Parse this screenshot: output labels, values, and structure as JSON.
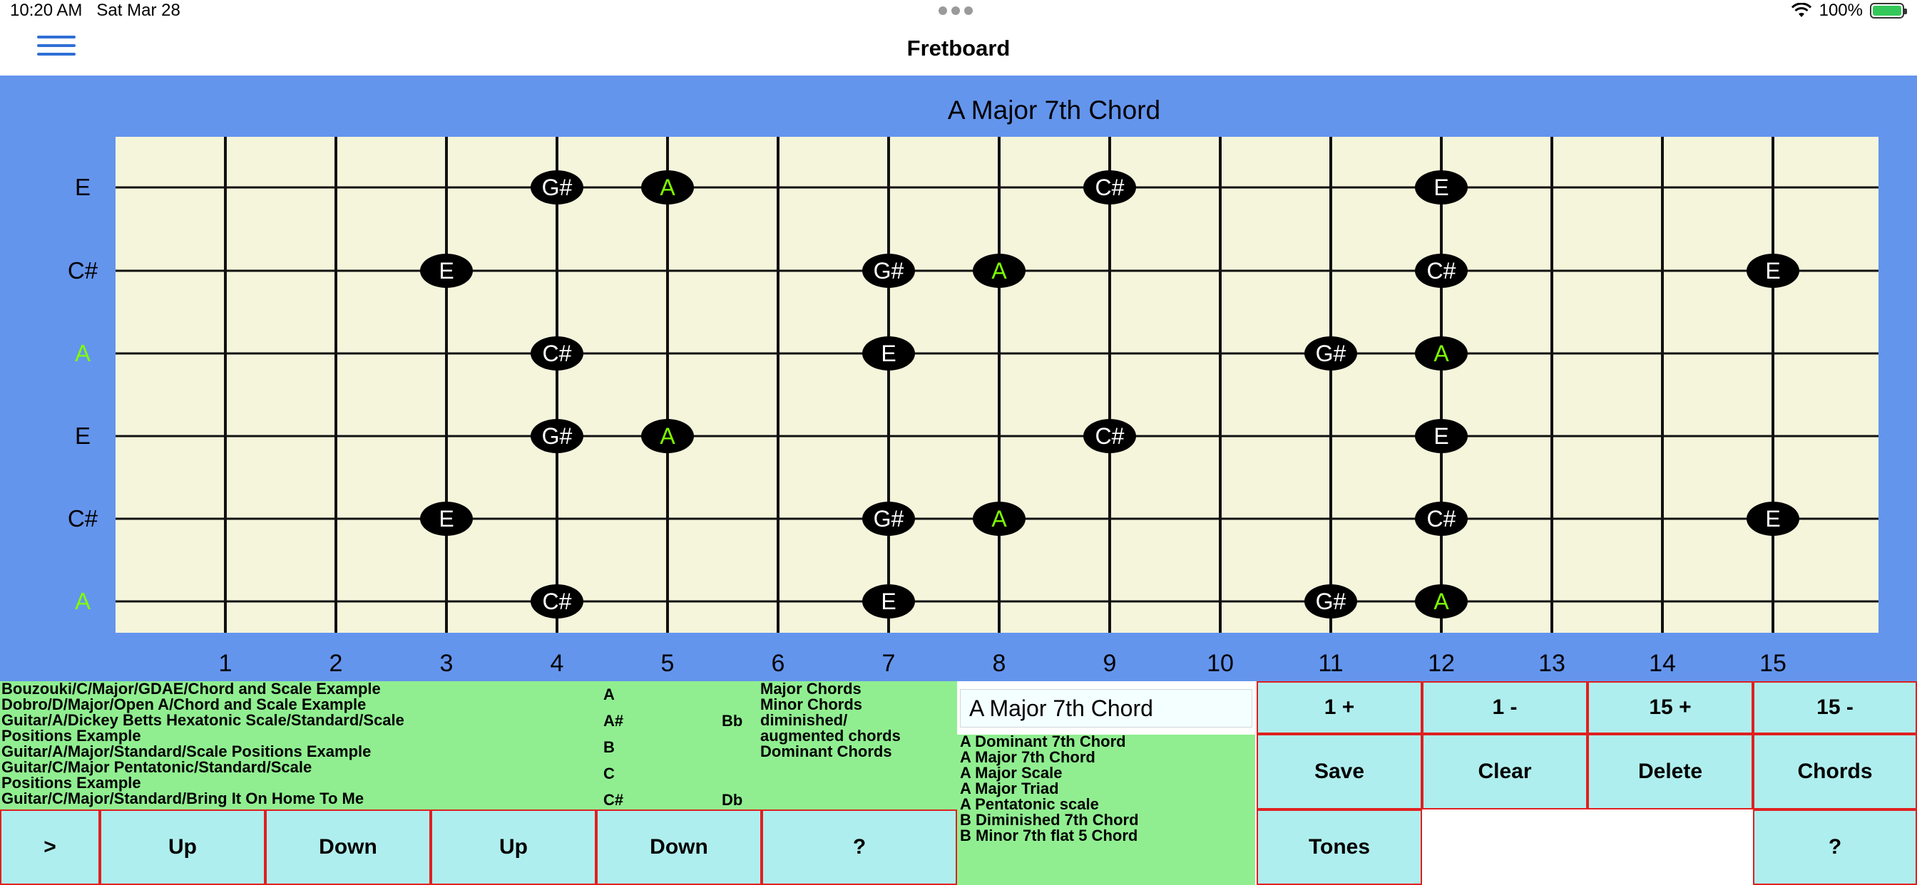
{
  "status_bar": {
    "time": "10:20 AM",
    "date": "Sat Mar 28",
    "battery": "100%"
  },
  "navbar": {
    "title": "Fretboard"
  },
  "board": {
    "title": "A Major 7th Chord",
    "strings": [
      {
        "label": "E",
        "root": false
      },
      {
        "label": "C#",
        "root": false
      },
      {
        "label": "A",
        "root": true
      },
      {
        "label": "E",
        "root": false
      },
      {
        "label": "C#",
        "root": false
      },
      {
        "label": "A",
        "root": true
      }
    ],
    "fret_numbers": [
      "1",
      "2",
      "3",
      "4",
      "5",
      "6",
      "7",
      "8",
      "9",
      "10",
      "11",
      "12",
      "13",
      "14",
      "15"
    ],
    "notes": [
      {
        "string": 0,
        "fret": 4,
        "label": "G#",
        "root": false
      },
      {
        "string": 0,
        "fret": 5,
        "label": "A",
        "root": true
      },
      {
        "string": 0,
        "fret": 9,
        "label": "C#",
        "root": false
      },
      {
        "string": 0,
        "fret": 12,
        "label": "E",
        "root": false
      },
      {
        "string": 1,
        "fret": 3,
        "label": "E",
        "root": false
      },
      {
        "string": 1,
        "fret": 7,
        "label": "G#",
        "root": false
      },
      {
        "string": 1,
        "fret": 8,
        "label": "A",
        "root": true
      },
      {
        "string": 1,
        "fret": 12,
        "label": "C#",
        "root": false
      },
      {
        "string": 1,
        "fret": 15,
        "label": "E",
        "root": false
      },
      {
        "string": 2,
        "fret": 4,
        "label": "C#",
        "root": false
      },
      {
        "string": 2,
        "fret": 7,
        "label": "E",
        "root": false
      },
      {
        "string": 2,
        "fret": 11,
        "label": "G#",
        "root": false
      },
      {
        "string": 2,
        "fret": 12,
        "label": "A",
        "root": true
      },
      {
        "string": 3,
        "fret": 4,
        "label": "G#",
        "root": false
      },
      {
        "string": 3,
        "fret": 5,
        "label": "A",
        "root": true
      },
      {
        "string": 3,
        "fret": 9,
        "label": "C#",
        "root": false
      },
      {
        "string": 3,
        "fret": 12,
        "label": "E",
        "root": false
      },
      {
        "string": 4,
        "fret": 3,
        "label": "E",
        "root": false
      },
      {
        "string": 4,
        "fret": 7,
        "label": "G#",
        "root": false
      },
      {
        "string": 4,
        "fret": 8,
        "label": "A",
        "root": true
      },
      {
        "string": 4,
        "fret": 12,
        "label": "C#",
        "root": false
      },
      {
        "string": 4,
        "fret": 15,
        "label": "E",
        "root": false
      },
      {
        "string": 5,
        "fret": 4,
        "label": "C#",
        "root": false
      },
      {
        "string": 5,
        "fret": 7,
        "label": "E",
        "root": false
      },
      {
        "string": 5,
        "fret": 11,
        "label": "G#",
        "root": false
      },
      {
        "string": 5,
        "fret": 12,
        "label": "A",
        "root": true
      }
    ]
  },
  "colors": {
    "background": "#6495ed",
    "fretboard": "#f5f5dc",
    "root_note": "#7fff00",
    "note_marker": "#000000",
    "panel": "#90ee90",
    "button": "#afeeee",
    "button_border": "#e02020"
  },
  "files_list": [
    "Bouzouki/C/Major/GDAE/Chord and Scale Example",
    "Dobro/D/Major/Open A/Chord and Scale Example",
    "Guitar/A/Dickey Betts Hexatonic Scale/Standard/Scale",
    "Positions Example",
    "Guitar/A/Major/Standard/Scale Positions Example",
    "Guitar/C/Major Pentatonic/Standard/Scale",
    "Positions Example",
    "Guitar/C/Major/Standard/Bring It On Home To Me"
  ],
  "key_list": [
    "A",
    "A#",
    "B",
    "C",
    "C#"
  ],
  "key_alt_list": [
    "Bb",
    "Db"
  ],
  "chord_types": [
    "Major Chords",
    "Minor Chords",
    "diminished/",
    "augmented chords",
    "Dominant Chords"
  ],
  "chord_name_input": {
    "value": "A Major 7th Chord"
  },
  "chord_list": [
    "A Dominant 7th Chord",
    "A Major 7th Chord",
    "A Major Scale",
    "A Major Triad",
    "A Pentatonic scale",
    "B Diminished 7th Chord",
    "B Minor 7th flat 5 Chord"
  ],
  "buttons": {
    "next": ">",
    "files_up": "Up",
    "files_down": "Down",
    "key_up": "Up",
    "key_down": "Down",
    "help_left": "?",
    "fret_plus_1": "1 +",
    "fret_minus_1": "1 -",
    "fret_plus_15": "15 +",
    "fret_minus_15": "15 -",
    "save": "Save",
    "clear": "Clear",
    "delete": "Delete",
    "chords": "Chords",
    "tones": "Tones",
    "help_right": "?"
  }
}
